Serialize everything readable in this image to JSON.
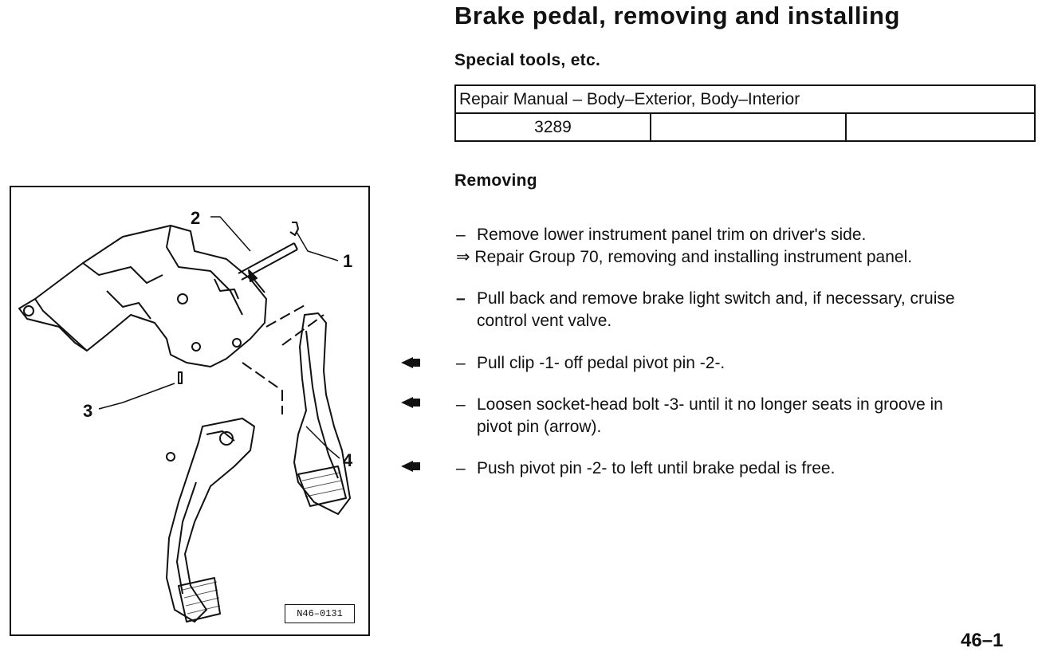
{
  "title": "Brake pedal, removing and installing",
  "special_tools": {
    "heading": "Special tools, etc.",
    "table": {
      "row1": "Repair Manual – Body–Exterior, Body–Interior",
      "row2": [
        "3289",
        "",
        ""
      ]
    }
  },
  "removing": {
    "heading": "Removing",
    "steps": [
      {
        "dash": "–",
        "line1": "Remove lower instrument panel trim on driver's side.",
        "line2": "⇒ Repair Group 70, removing and installing instrument panel."
      },
      {
        "dash": "–",
        "line1": "Pull back and remove brake light switch and, if necessary, cruise",
        "line2": "control vent valve."
      },
      {
        "dash": "–",
        "line1": "Pull clip -1- off pedal pivot pin -2-."
      },
      {
        "dash": "–",
        "line1": "Loosen socket-head bolt -3- until it no longer seats in groove in",
        "line2": "pivot pin (arrow)."
      },
      {
        "dash": "–",
        "line1": "Push pivot pin -2- to left until brake pedal is free."
      }
    ]
  },
  "figure": {
    "labels": {
      "l1": "1",
      "l2": "2",
      "l3": "3",
      "l4": "4"
    },
    "code": "N46–0131"
  },
  "page_number": "46–1"
}
